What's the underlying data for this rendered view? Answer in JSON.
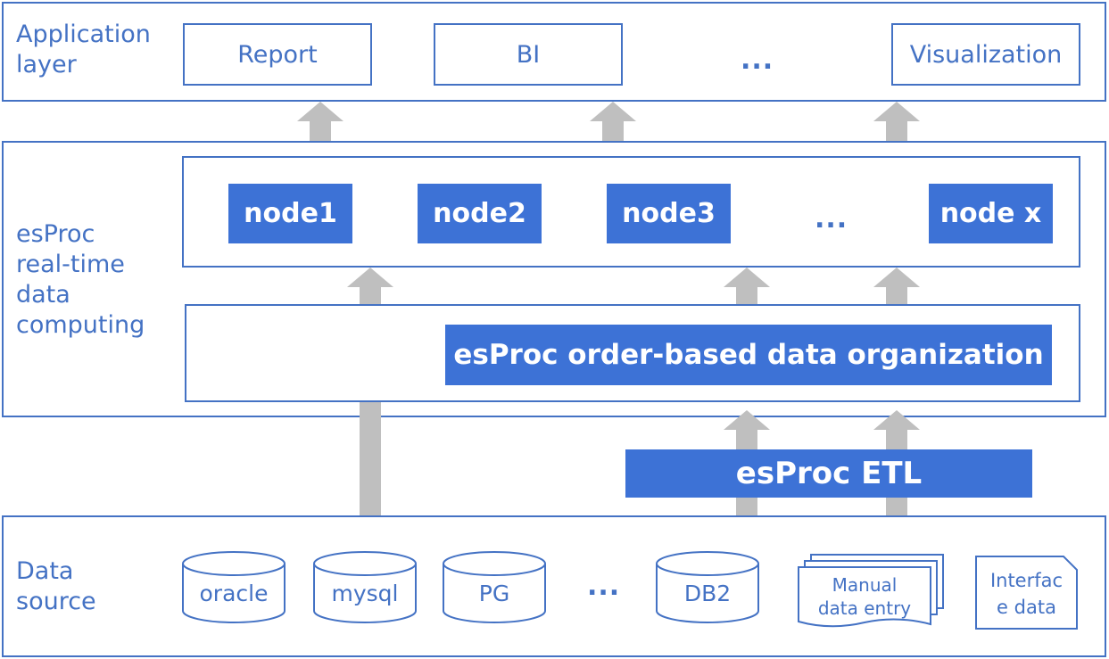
{
  "application_layer": {
    "label": "Application\nlayer",
    "boxes": [
      "Report",
      "BI",
      "Visualization"
    ],
    "ellipsis": "..."
  },
  "computing_layer": {
    "label": "esProc\nreal-time\ndata\ncomputing",
    "nodes": [
      "node1",
      "node2",
      "node3",
      "node x"
    ],
    "ellipsis": "...",
    "organization": "esProc order-based data organization"
  },
  "etl": {
    "label": "esProc ETL"
  },
  "data_source_layer": {
    "label": "Data\nsource",
    "databases": [
      "oracle",
      "mysql",
      "PG",
      "DB2"
    ],
    "ellipsis": "...",
    "manual": "Manual\ndata entry",
    "interface": "Interfac\ne data"
  },
  "colors": {
    "accent": "#4472c4",
    "fill": "#3d72d6",
    "arrow": "#bfbfbf"
  }
}
